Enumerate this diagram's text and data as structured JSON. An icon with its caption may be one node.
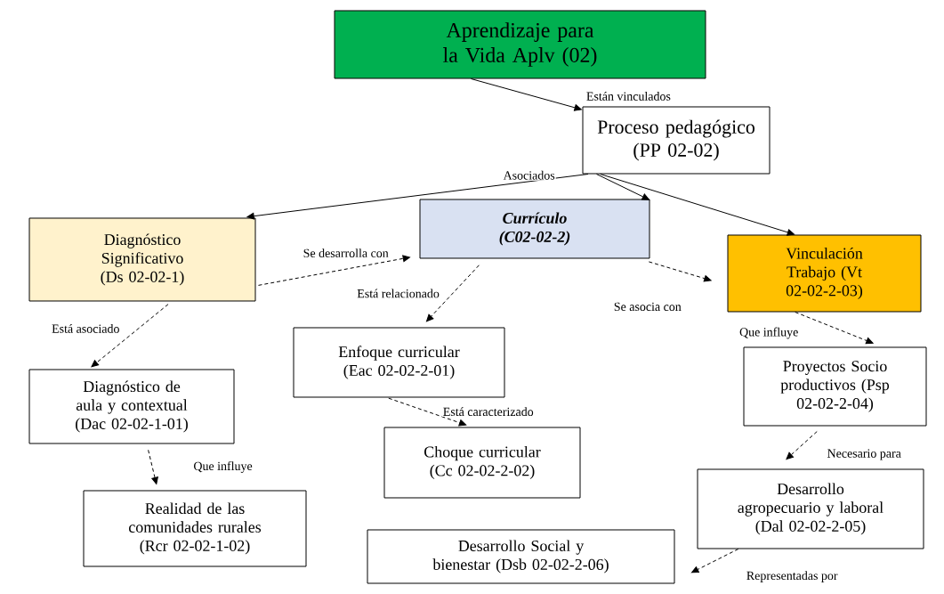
{
  "diagram": {
    "nodes": [
      {
        "text": [
          "Aprendizaje para la Vida Aplv (02)"
        ]
      },
      {
        "text": [
          "Proceso pedagógico (PP 02-02)"
        ]
      },
      {
        "text": [
          "Diagnóstico Significativo (Ds 02-02-1)"
        ]
      },
      {
        "text": [
          "Currículo (C02-02-2)"
        ]
      },
      {
        "text": [
          "Vinculación Trabajo (Vt 02-02-2-03)"
        ]
      },
      {
        "text": [
          "Enfoque curricular (Eac 02-02-2-01)"
        ]
      },
      {
        "text": [
          "Proyectos Socio productivos (Psp 02-02-2-04)"
        ]
      },
      {
        "text": [
          "Diagnóstico de aula y contextual (Dac 02-02-1-01)"
        ]
      },
      {
        "text": [
          "Choque curricular (Cc 02-02-2-02)"
        ]
      },
      {
        "text": [
          "Desarrollo agropecuario y laboral (Dal 02-02-2-05)"
        ]
      },
      {
        "text": [
          "Realidad de las comunidades rurales (Rcr 02-02-1-02)"
        ]
      },
      {
        "text": [
          "Desarrollo Social y bienestar (Dsb 02-02-2-06)"
        ]
      }
    ],
    "edges": [
      {
        "from": 0,
        "to": 1,
        "arrow": "to",
        "label": "Están vinculados"
      },
      {
        "from": 1,
        "to": 2,
        "arrow": "to",
        "label": "Asociados"
      },
      {
        "from": 1,
        "to": 3,
        "arrow": "to"
      },
      {
        "from": 1,
        "to": 4,
        "arrow": "to"
      },
      {
        "from": 2,
        "to": 3,
        "arrow": "to",
        "style": "dashed",
        "label": "Se desarrolla con"
      },
      {
        "from": 2,
        "to": 7,
        "arrow": "to",
        "style": "dashed",
        "label": "Está asociado"
      },
      {
        "from": 3,
        "to": 5,
        "arrow": "to",
        "style": "dashed",
        "label": "Está relacionado"
      },
      {
        "from": 3,
        "to": 4,
        "arrow": "to",
        "style": "dashed",
        "label": "Se asocia con"
      },
      {
        "from": 7,
        "to": 10,
        "arrow": "to",
        "style": "dashed",
        "label": "Que influye"
      },
      {
        "from": 5,
        "to": 8,
        "arrow": "to",
        "style": "dashed",
        "label": "Está caracterizado"
      },
      {
        "from": 4,
        "to": 6,
        "arrow": "to",
        "style": "dashed",
        "label": "Que influye"
      },
      {
        "from": 6,
        "to": 9,
        "arrow": "to",
        "style": "dashed",
        "label": "Necesario para"
      },
      {
        "from": 9,
        "to": 11,
        "arrow": "to",
        "style": "dashed",
        "label": "Representadas por"
      }
    ]
  }
}
